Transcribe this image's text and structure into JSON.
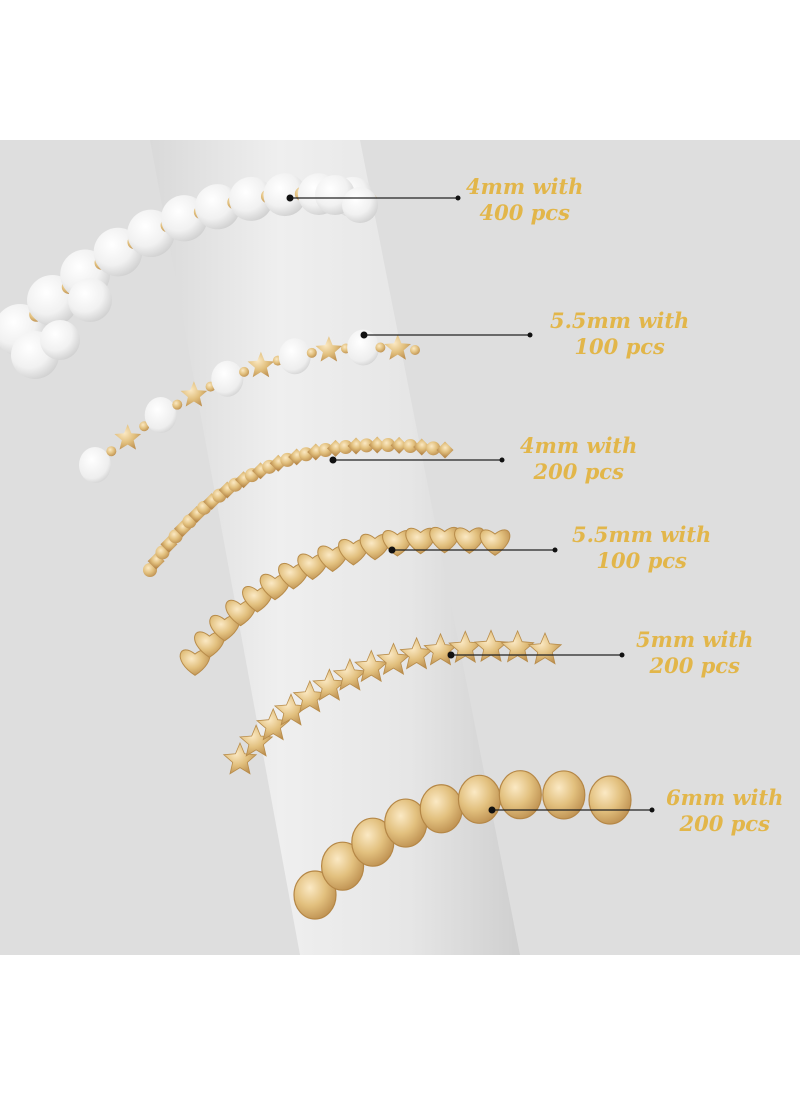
{
  "colors": {
    "label_gold": "#e2b64a",
    "backdrop_gray": "#dcdcdc",
    "stand_gray": "#eaeaea",
    "bead_gold": "#e2c07e",
    "pearl_white": "#f6f6f6"
  },
  "labels": [
    {
      "size": "4mm with",
      "count": "400 pcs"
    },
    {
      "size": "5.5mm with",
      "count": "100 pcs"
    },
    {
      "size": "4mm with",
      "count": "200 pcs"
    },
    {
      "size": "5.5mm with",
      "count": "100 pcs"
    },
    {
      "size": "5mm with",
      "count": "200 pcs"
    },
    {
      "size": "6mm with",
      "count": "200 pcs"
    }
  ]
}
